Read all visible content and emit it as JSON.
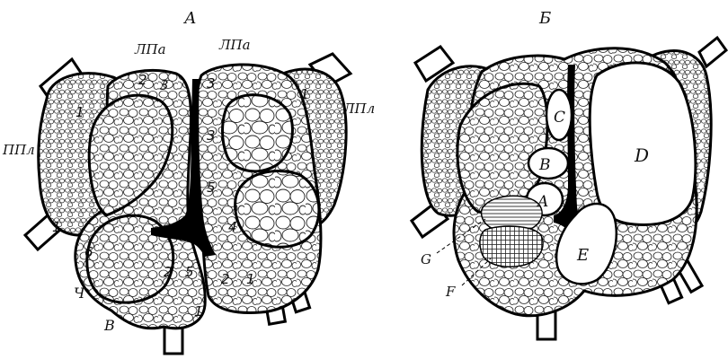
{
  "panel_a": {
    "title": "А",
    "labels": {
      "lpa_left": "ЛПа",
      "lpa_right": "ЛПа",
      "lpl": "ЛПл",
      "ppl": "ППл",
      "v": "В",
      "ch": "Ч"
    },
    "lobule_numbers": [
      "1",
      "2",
      "3",
      "3",
      "1",
      "3",
      "5",
      "4",
      "6",
      "1",
      "2",
      "5",
      "2",
      "1",
      "1"
    ]
  },
  "panel_b": {
    "title": "Б",
    "region_labels": {
      "a": "A",
      "b": "B",
      "c": "C",
      "d": "D",
      "e": "E"
    },
    "pointer_labels": {
      "g": "G",
      "f": "F"
    }
  }
}
